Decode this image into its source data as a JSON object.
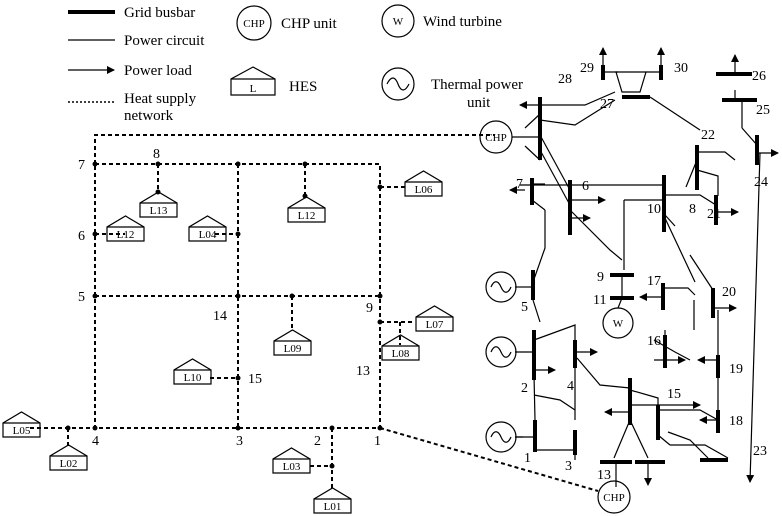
{
  "legend": {
    "grid_busbar": "Grid busbar",
    "power_circuit": "Power circuit",
    "power_load": "Power load",
    "heat_supply_line1": "Heat supply",
    "heat_supply_line2": "network",
    "chp_symbol": "CHP",
    "chp_unit": "CHP unit",
    "hes_symbol": "L",
    "hes": "HES",
    "wind_symbol": "W",
    "wind_turbine": "Wind turbine",
    "thermal_line1": "Thermal power",
    "thermal_line2": "unit"
  },
  "heat_nodes": {
    "n1": "1",
    "n2": "2",
    "n3": "3",
    "n4": "4",
    "n5": "5",
    "n6": "6",
    "n7": "7",
    "n8": "8",
    "n9": "9",
    "n13": "13",
    "n14": "14",
    "n15": "15"
  },
  "hes_loads": {
    "l01": "L01",
    "l02": "L02",
    "l03": "L03",
    "l04": "L04",
    "l05": "L05",
    "l06": "L06",
    "l07": "L07",
    "l08": "L08",
    "l09": "L09",
    "l10": "L10",
    "l12a": "L12",
    "l12b": "L12",
    "l13": "L13"
  },
  "buses": {
    "b1": "1",
    "b2": "2",
    "b3": "3",
    "b4": "4",
    "b5": "5",
    "b6": "6",
    "b7": "7",
    "b8": "8",
    "b9": "9",
    "b10": "10",
    "b11": "11",
    "b13": "13",
    "b15": "15",
    "b16": "16",
    "b17": "17",
    "b18": "18",
    "b19": "19",
    "b20": "20",
    "b21": "21",
    "b22": "22",
    "b23": "23",
    "b24": "24",
    "b25": "25",
    "b26": "26",
    "b27": "27",
    "b28": "28",
    "b29": "29",
    "b30": "30"
  },
  "units": {
    "chp_top": "CHP",
    "chp_bottom": "CHP",
    "wind": "W"
  }
}
